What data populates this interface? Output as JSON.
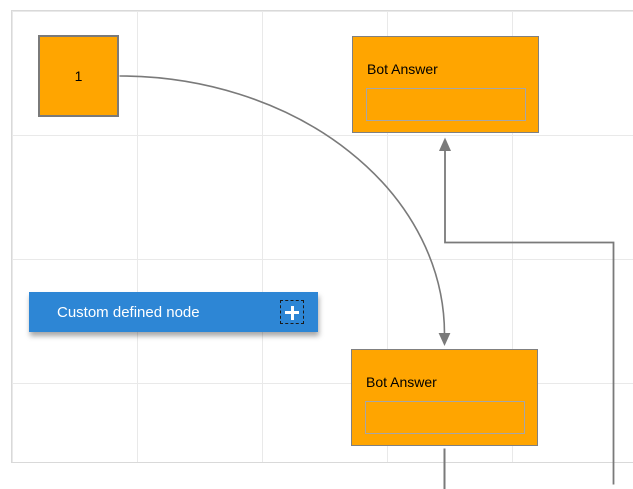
{
  "canvas": {
    "kind": "diagram-grid-canvas",
    "grid_line_color": "#e9e9e9",
    "border_color": "#d9d9d9",
    "background": "#ffffff"
  },
  "colors": {
    "node_orange": "#ffa500",
    "node_blue": "#2d86d5",
    "connector_gray": "#7a7a7a",
    "node_border_gray": "#808080",
    "input_border_gray": "#a6a6a6",
    "label_black": "#000000",
    "label_white": "#ffffff"
  },
  "nodes": {
    "square": {
      "label": "1"
    },
    "bot_top": {
      "label": "Bot Answer",
      "input_value": "",
      "input_placeholder": ""
    },
    "bot_bottom": {
      "label": "Bot Answer",
      "input_value": "",
      "input_placeholder": ""
    },
    "custom": {
      "label": "Custom defined node",
      "icon": "plus-icon"
    }
  },
  "connectors": [
    {
      "id": "curved",
      "style": "curved-arc",
      "from": "square-node-1",
      "to": "bot-answer-bottom",
      "arrow": "target"
    },
    {
      "id": "orthogonal",
      "style": "right-angle",
      "from": "offscreen-bottom-right",
      "to": "bot-answer-top",
      "arrow": "target"
    },
    {
      "id": "stub",
      "style": "straight",
      "from": "bot-answer-bottom",
      "to": "offscreen-bottom",
      "arrow": "none"
    }
  ]
}
